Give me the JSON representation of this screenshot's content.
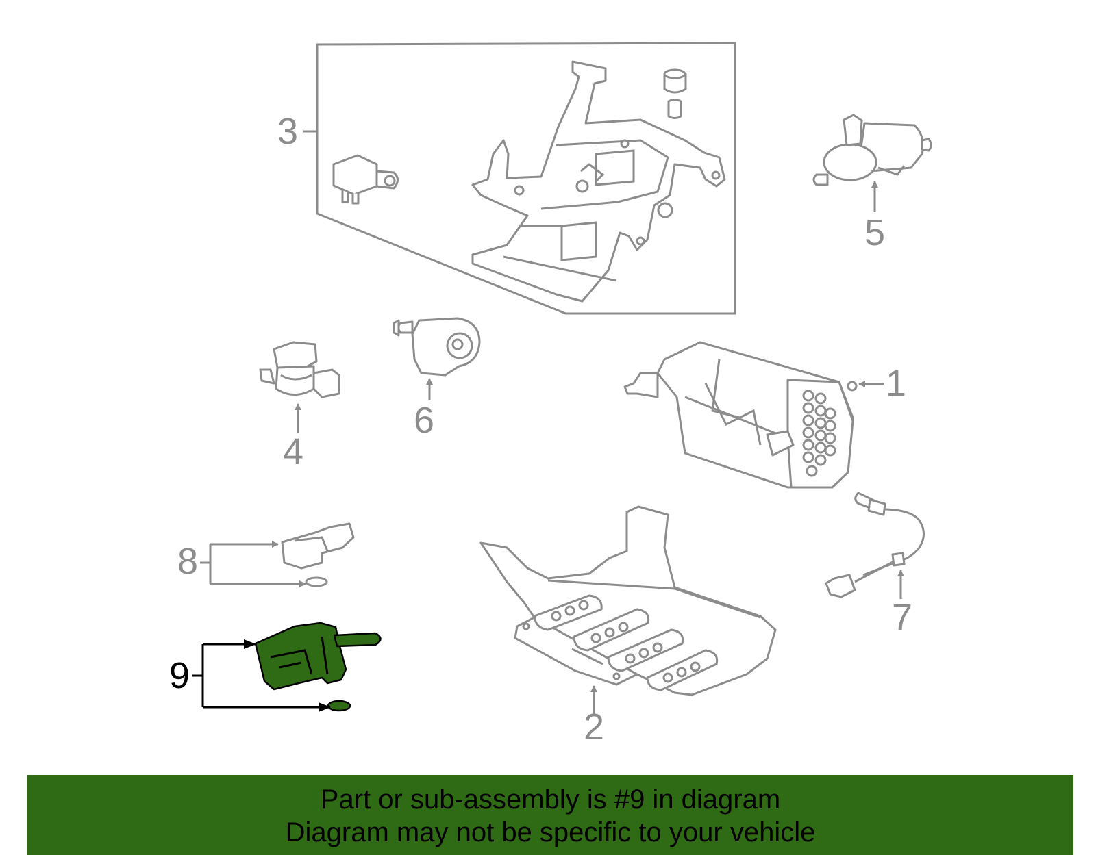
{
  "diagram": {
    "callouts": [
      {
        "number": "1"
      },
      {
        "number": "2"
      },
      {
        "number": "3"
      },
      {
        "number": "4"
      },
      {
        "number": "5"
      },
      {
        "number": "6"
      },
      {
        "number": "7"
      },
      {
        "number": "8"
      },
      {
        "number": "9"
      }
    ],
    "highlighted_part": "9"
  },
  "banner": {
    "line1": "Part or sub-assembly is #9 in diagram",
    "line2": "Diagram may not be specific to your vehicle"
  },
  "colors": {
    "highlight": "#2f6a14",
    "line_art": "#8c8c8c",
    "highlight_outline": "#000000"
  }
}
